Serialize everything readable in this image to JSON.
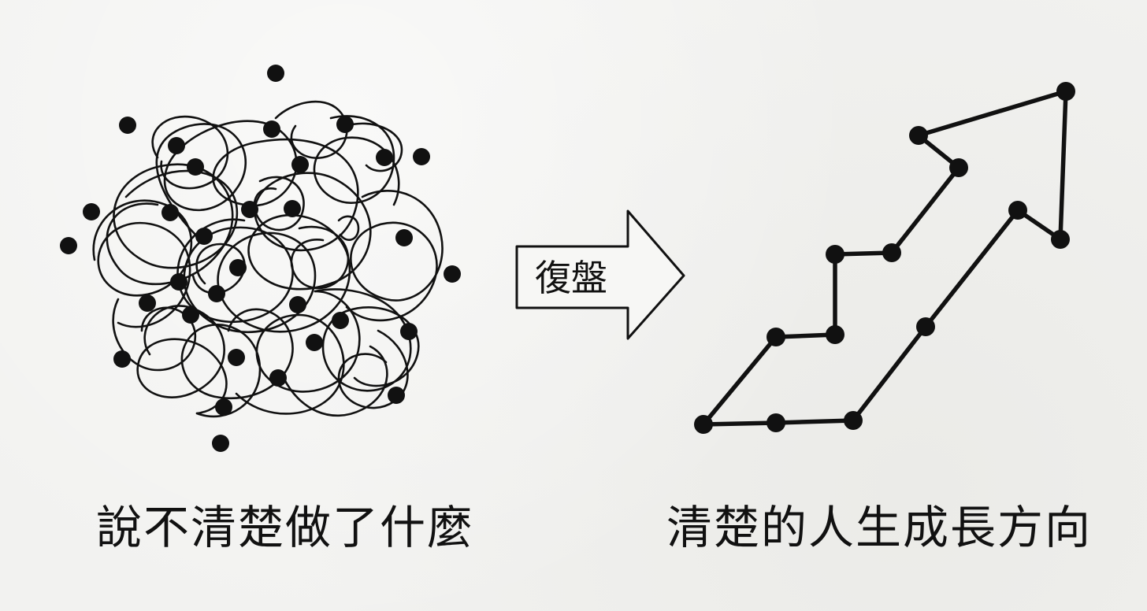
{
  "left_caption": "說不清楚做了什麼",
  "arrow_label": "復盤",
  "right_caption": "清楚的人生成長方向",
  "colors": {
    "background": "#f2f2f0",
    "ink": "#111111"
  }
}
